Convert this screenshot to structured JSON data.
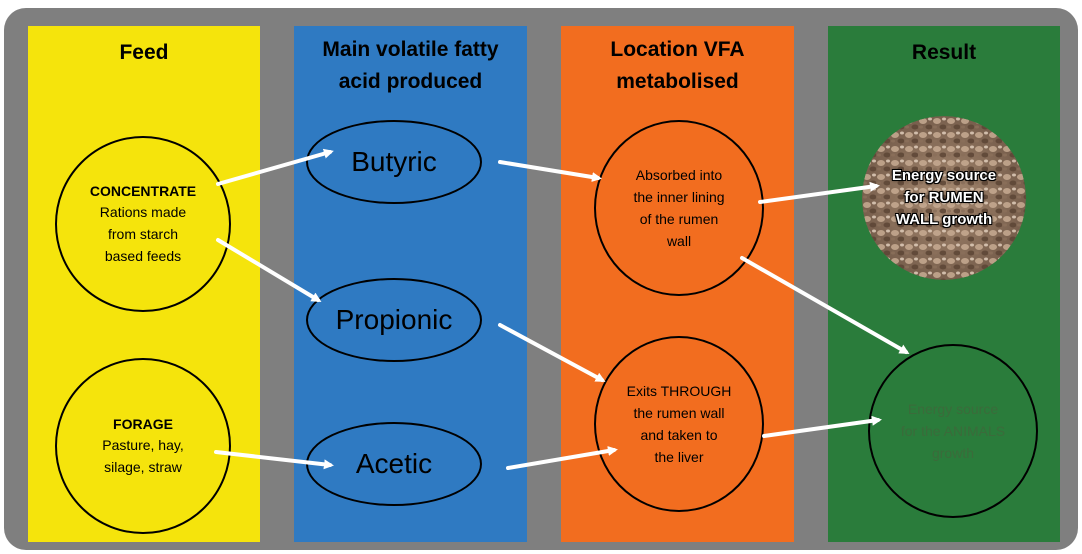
{
  "columns": {
    "feed": {
      "title": "Feed",
      "color": "#f5e40c"
    },
    "vfa": {
      "title": "Main volatile fatty acid produced",
      "title_line1": "Main volatile fatty",
      "title_line2": "acid produced",
      "color": "#2f7ac2"
    },
    "location": {
      "title": "Location VFA metabolised",
      "title_line1": "Location VFA",
      "title_line2": "metabolised",
      "color": "#f26d1f"
    },
    "result": {
      "title": "Result",
      "color": "#2a7c3b"
    }
  },
  "frame_color": "#7f7f7f",
  "feeds": {
    "concentrate": {
      "heading": "CONCENTRATE",
      "lines": [
        "Rations made",
        "from starch",
        "based feeds"
      ]
    },
    "forage": {
      "heading": "FORAGE",
      "lines": [
        "Pasture, hay,",
        "silage, straw"
      ]
    }
  },
  "acids": {
    "butyric": "Butyric",
    "propionic": "Propionic",
    "acetic": "Acetic"
  },
  "locations": {
    "absorbed": [
      "Absorbed into",
      "the inner lining",
      "of the rumen",
      "wall"
    ],
    "exits": [
      "Exits THROUGH",
      "the rumen wall",
      "and taken to",
      "the liver"
    ]
  },
  "results": {
    "rumen_wall": [
      "Energy source",
      "for RUMEN",
      "WALL growth"
    ],
    "animals": [
      "Energy source",
      "for the ANIMALS",
      "growth"
    ]
  }
}
